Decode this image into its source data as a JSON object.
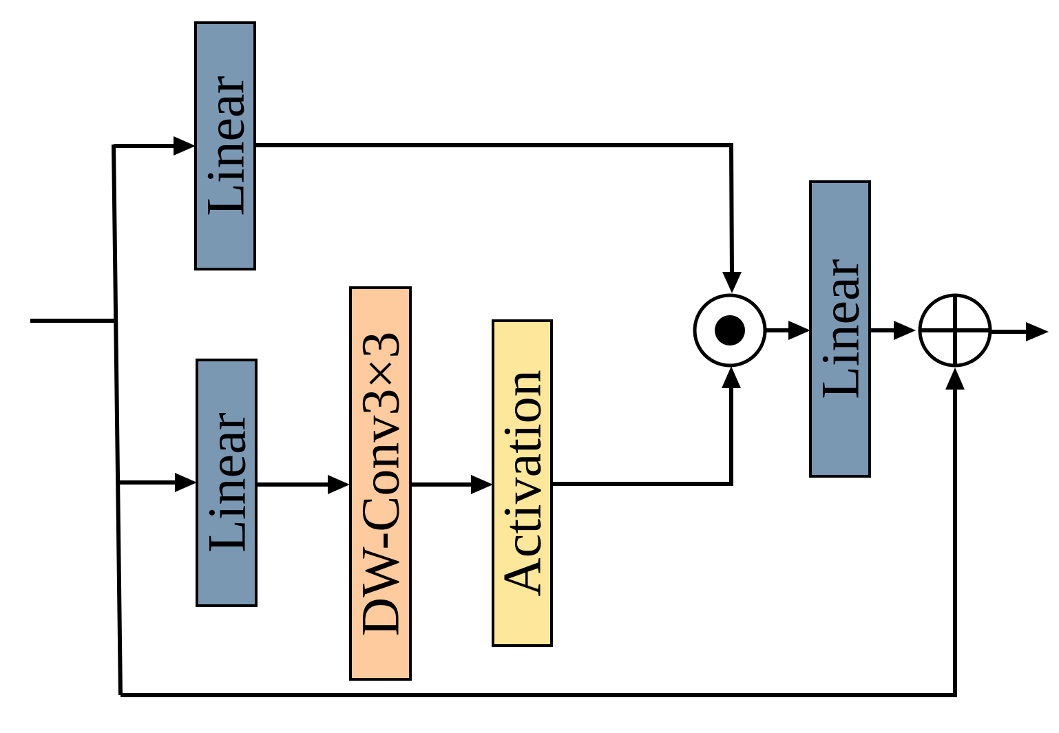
{
  "colors": {
    "linear": "#7b98b3",
    "dwconv": "#fdcb9e",
    "activation": "#fde79a",
    "line": "#000000"
  },
  "blocks": {
    "linear_top": {
      "label": "Linear"
    },
    "linear_bottom": {
      "label": "Linear"
    },
    "dwconv": {
      "label": "DW-Conv3×3"
    },
    "activation": {
      "label": "Activation"
    },
    "linear_out": {
      "label": "Linear"
    }
  },
  "operators": {
    "multiply": {
      "icon": "hadamard-product-icon"
    },
    "add": {
      "icon": "element-wise-add-icon"
    }
  }
}
